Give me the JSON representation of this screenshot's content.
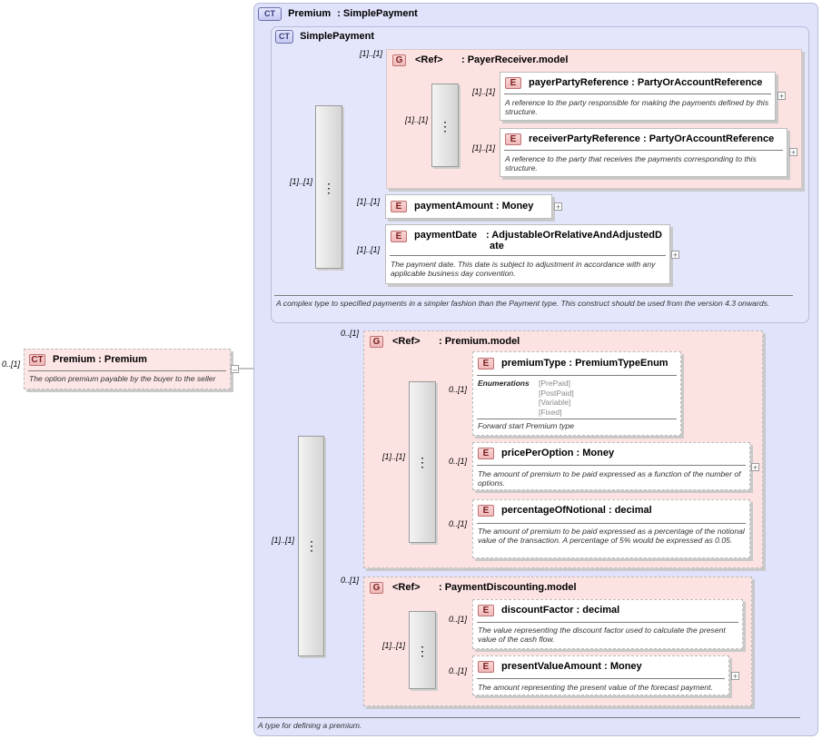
{
  "root": {
    "title": "Premium",
    "type": ": Premium",
    "card": "0..[1]",
    "doc": "The option premium payable by the buyer to the seller",
    "toggle": "–"
  },
  "ct_outer": {
    "badge": "CT",
    "name": "Premium",
    "type": ": SimplePayment",
    "doc": "A type for defining a premium."
  },
  "ct_inner": {
    "badge": "CT",
    "name": "SimplePayment",
    "doc": "A complex type to specified payments in a simpler fashion than the Payment type. This construct should be used from the version 4.3 onwards."
  },
  "seq1": {
    "card": "[1]..[1]"
  },
  "payer_group": {
    "badge": "G",
    "ref": "<Ref>",
    "name": ": PayerReceiver.model",
    "card": "[1]..[1]",
    "seq_card": "[1]..[1]"
  },
  "payer": {
    "badge": "E",
    "name": "payerPartyReference",
    "type": ": PartyOrAccountReference",
    "card": "[1]..[1]",
    "doc": "A reference to the party responsible for making the payments defined by this structure."
  },
  "receiver": {
    "badge": "E",
    "name": "receiverPartyReference",
    "type": ": PartyOrAccountReference",
    "card": "[1]..[1]",
    "doc": "A reference to the party that receives the payments corresponding to this structure."
  },
  "payment_amount": {
    "badge": "E",
    "name": "paymentAmount",
    "type": ": Money",
    "card": "[1]..[1]"
  },
  "payment_date": {
    "badge": "E",
    "name": "paymentDate",
    "type_line1": ": AdjustableOrRelativeAndAdjustedD",
    "type_line2": "ate",
    "card": "[1]..[1]",
    "doc": "The payment date. This date is subject to adjustment in accordance with any applicable business day convention."
  },
  "seq2": {
    "card": "[1]..[1]"
  },
  "premium_group": {
    "badge": "G",
    "ref": "<Ref>",
    "name": ": Premium.model",
    "card": "0..[1]",
    "seq_card": "[1]..[1]"
  },
  "premium_type": {
    "badge": "E",
    "name": "premiumType",
    "type": ": PremiumTypeEnum",
    "card": "0..[1]",
    "enum_label": "Enumerations",
    "enums": [
      "[PrePaid]",
      "[PostPaid]",
      "[Variable]",
      "[Fixed]"
    ],
    "doc": "Forward start Premium type"
  },
  "price_per_option": {
    "badge": "E",
    "name": "pricePerOption",
    "type": ": Money",
    "card": "0..[1]",
    "doc": "The amount of premium to be paid expressed as a function of the number of options."
  },
  "pct_notional": {
    "badge": "E",
    "name": "percentageOfNotional",
    "type": ": decimal",
    "card": "0..[1]",
    "doc": "The amount of premium to be paid expressed as a percentage of the notional value of the transaction. A percentage of 5% would be expressed as 0.05."
  },
  "disc_group": {
    "badge": "G",
    "ref": "<Ref>",
    "name": ": PaymentDiscounting.model",
    "card": "0..[1]",
    "seq_card": "[1]..[1]"
  },
  "discount_factor": {
    "badge": "E",
    "name": "discountFactor",
    "type": ": decimal",
    "card": "0..[1]",
    "doc": "The value representing the discount factor used to calculate the present value of the cash flow."
  },
  "present_value": {
    "badge": "E",
    "name": "presentValueAmount",
    "type": ": Money",
    "card": "0..[1]",
    "doc": "The amount representing the present value of the forecast payment."
  },
  "expand_symbol": "+"
}
